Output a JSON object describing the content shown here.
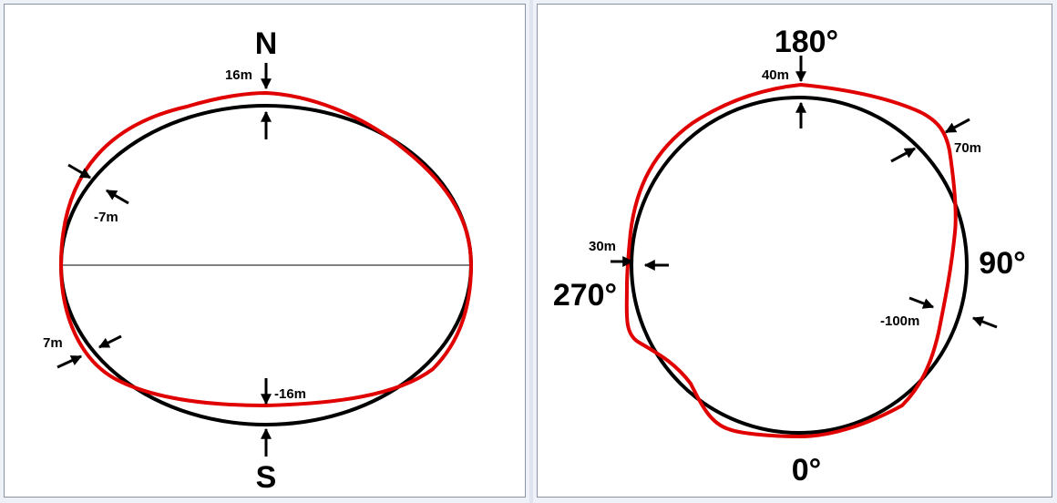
{
  "left_panel": {
    "north": "N",
    "south": "S",
    "labels": {
      "top": "16m",
      "bottom": "-16m",
      "upper_left": "-7m",
      "lower_left": "7m"
    }
  },
  "right_panel": {
    "angles": {
      "top": "180°",
      "right": "90°",
      "bottom": "0°",
      "left": "270°"
    },
    "labels": {
      "top": "40m",
      "upper_right": "70m",
      "left": "30m",
      "right": "-100m"
    }
  },
  "colors": {
    "reference_shape": "#000000",
    "deformed_shape": "#e00000"
  }
}
